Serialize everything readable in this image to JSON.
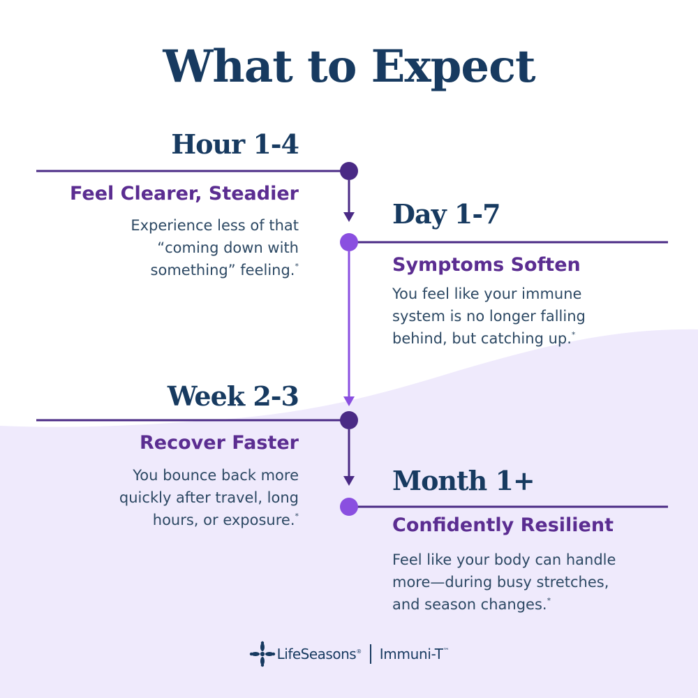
{
  "title": "What to Expect",
  "colors": {
    "navy": "#173a60",
    "purple_dark": "#4a2a85",
    "purple_light": "#8a4fe0",
    "heading_purple": "#5b2d91",
    "lavender_bg": "#efeafc"
  },
  "milestones": [
    {
      "period": "Hour 1-4",
      "heading": "Feel Clearer, Steadier",
      "description": "Experience less of that\n“coming down with\nsomething” feeling.",
      "footnote": "*"
    },
    {
      "period": "Day 1-7",
      "heading": "Symptoms Soften",
      "description": "You feel like your immune\nsystem is no longer falling\nbehind, but catching up.",
      "footnote": "*"
    },
    {
      "period": "Week 2-3",
      "heading": "Recover Faster",
      "description": "You bounce back more\nquickly after travel, long\nhours, or exposure.",
      "footnote": "*"
    },
    {
      "period": "Month 1+",
      "heading": "Confidently Resilient",
      "description": "Feel like your body can handle\nmore—during busy stretches,\nand season changes.",
      "footnote": "*"
    }
  ],
  "footer": {
    "brand": "LifeSeasons",
    "brand_mark": "®",
    "product": "Immuni-T",
    "product_mark": "™",
    "logo_icon": "flower-logo-icon"
  }
}
